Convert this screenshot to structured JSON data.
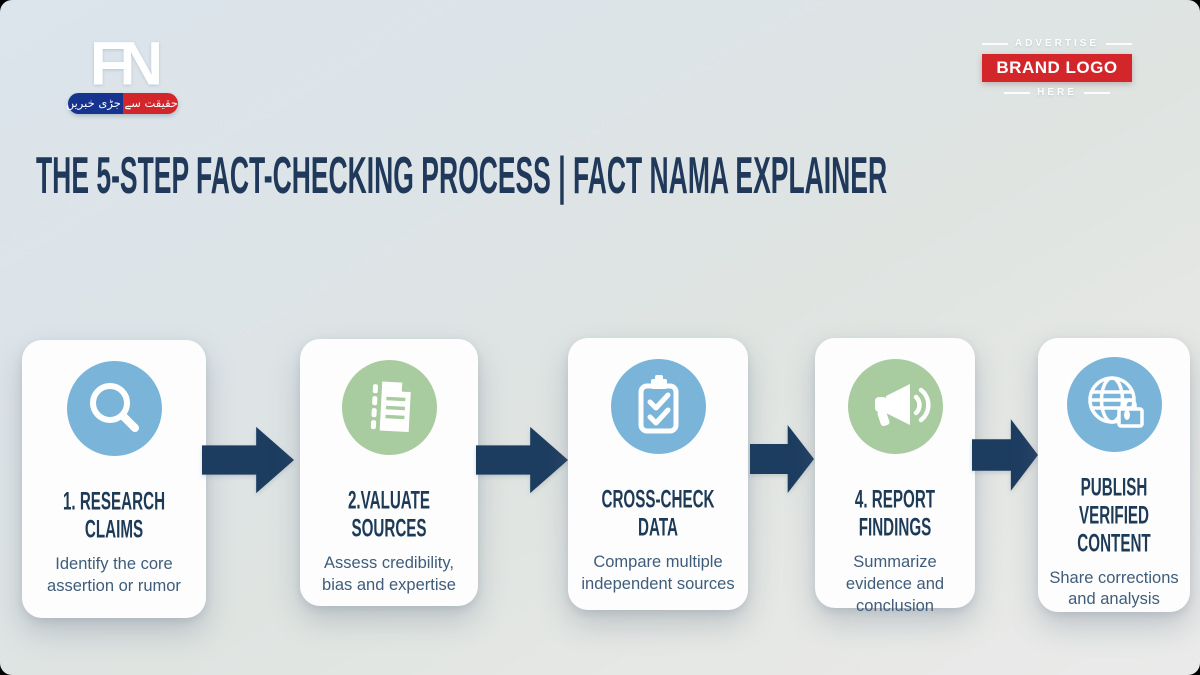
{
  "header": {
    "logo": {
      "text": "FN",
      "tagline": "حقیقت سے جڑی خبریں"
    },
    "ad": {
      "top": "ADVERTISE",
      "brand": "BRAND LOGO",
      "bottom": "HERE"
    }
  },
  "title": "THE 5-STEP FACT-CHECKING PROCESS | FACT NAMA EXPLAINER",
  "steps": [
    {
      "icon": "search-icon",
      "icon_bg": "#7ab5d9",
      "title": "1. RESEARCH CLAIMS",
      "description": "Identify the core assertion or rumor"
    },
    {
      "icon": "document-icon",
      "icon_bg": "#a9cba0",
      "title": "2.VALUATE SOURCES",
      "description": "Assess credibility, bias and expertise"
    },
    {
      "icon": "clipboard-check-icon",
      "icon_bg": "#7ab5d9",
      "title": "CROSS-CHECK DATA",
      "description": "Compare multiple independent sources"
    },
    {
      "icon": "megaphone-icon",
      "icon_bg": "#a9cba0",
      "title": "4. REPORT FINDINGS",
      "description": "Summarize evidence and conclusion"
    },
    {
      "icon": "globe-icon",
      "icon_bg": "#7ab5d9",
      "title": "PUBLISH\nVERIFIED CONTENT",
      "description": "Share corrections and analysis"
    }
  ],
  "colors": {
    "accent_blue": "#7ab5d9",
    "accent_green": "#a9cba0",
    "arrow_navy": "#1c3c60",
    "title_navy": "#20395a",
    "brand_red": "#d3262b",
    "logo_blue": "#16338f"
  }
}
